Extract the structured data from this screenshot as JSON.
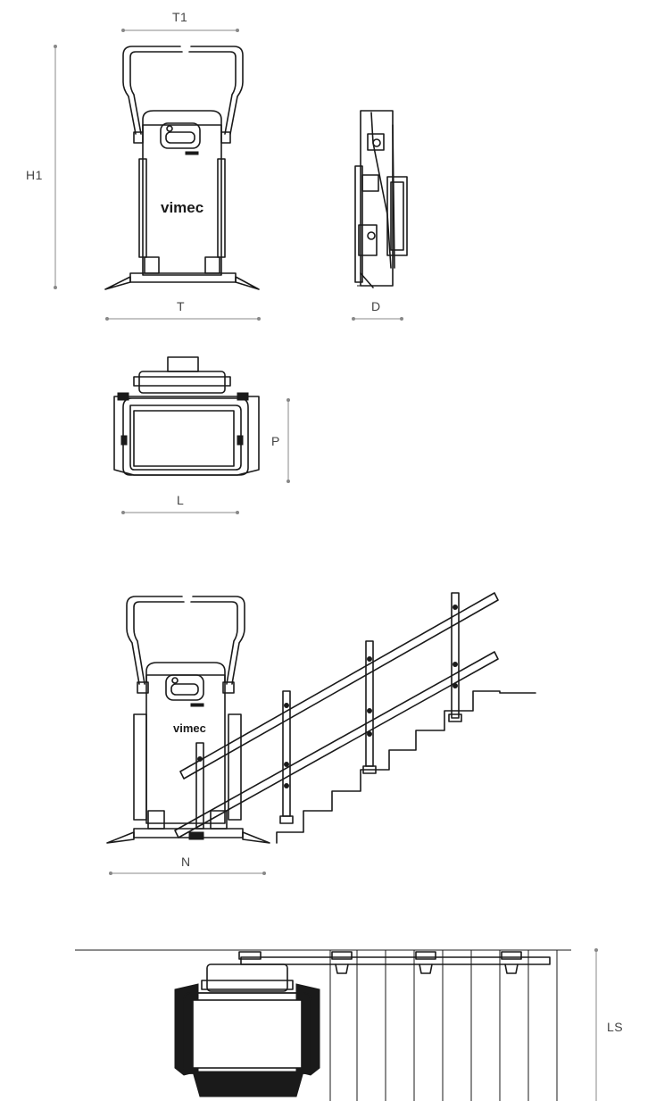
{
  "brand": "vimec",
  "dimensions": {
    "t1": "T1",
    "h1": "H1",
    "t": "T",
    "d": "D",
    "p": "P",
    "l": "L",
    "n": "N",
    "ls": "LS"
  },
  "colors": {
    "ink": "#1a1a1a",
    "dimension": "#888888",
    "label": "#444444"
  }
}
